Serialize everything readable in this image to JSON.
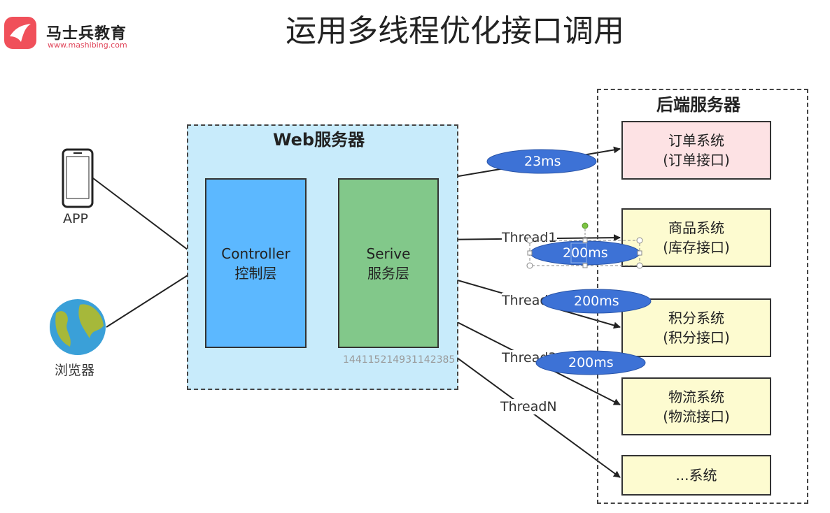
{
  "header": {
    "title": "运用多线程优化接口调用",
    "logo_name": "马士兵教育",
    "logo_url": "www.mashibing.com",
    "brand_color": "#f0505a"
  },
  "clients": {
    "app": "APP",
    "browser": "浏览器"
  },
  "web_server": {
    "title": "Web服务器",
    "controller": [
      "Controller",
      "控制层"
    ],
    "service": [
      "Serive",
      "服务层"
    ],
    "watermark": "144115214931142385"
  },
  "backend": {
    "title": "后端服务器",
    "systems": [
      {
        "name": "订单系统",
        "api": "(订单接口)",
        "color": "#fde2e4"
      },
      {
        "name": "商品系统",
        "api": "(库存接口)",
        "color": "#fdfbd0"
      },
      {
        "name": "积分系统",
        "api": "(积分接口)",
        "color": "#fdfbd0"
      },
      {
        "name": "物流系统",
        "api": "(物流接口)",
        "color": "#fdfbd0"
      },
      {
        "name": "...系统",
        "color": "#fdfbd0"
      }
    ]
  },
  "threads": [
    "Thread1",
    "Thread2",
    "Thread3",
    "ThreadN"
  ],
  "timings": [
    "23ms",
    "200ms",
    "200ms",
    "200ms"
  ],
  "ellipse_color": "#3d72d6"
}
